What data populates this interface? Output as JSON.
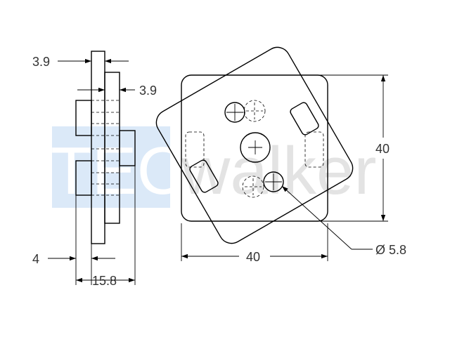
{
  "watermark": {
    "left_text": "TEC",
    "right_text": "walker",
    "left_color": "#dbe9f8",
    "right_color": "#e3e3e3"
  },
  "side_view": {
    "dim_top_thickness": "3.9",
    "dim_step": "3.9",
    "dim_boss": "4",
    "dim_total_width": "15.8"
  },
  "front_view": {
    "dim_width": "40",
    "dim_height": "40",
    "dim_hole_diameter": "Ø 5.8"
  }
}
